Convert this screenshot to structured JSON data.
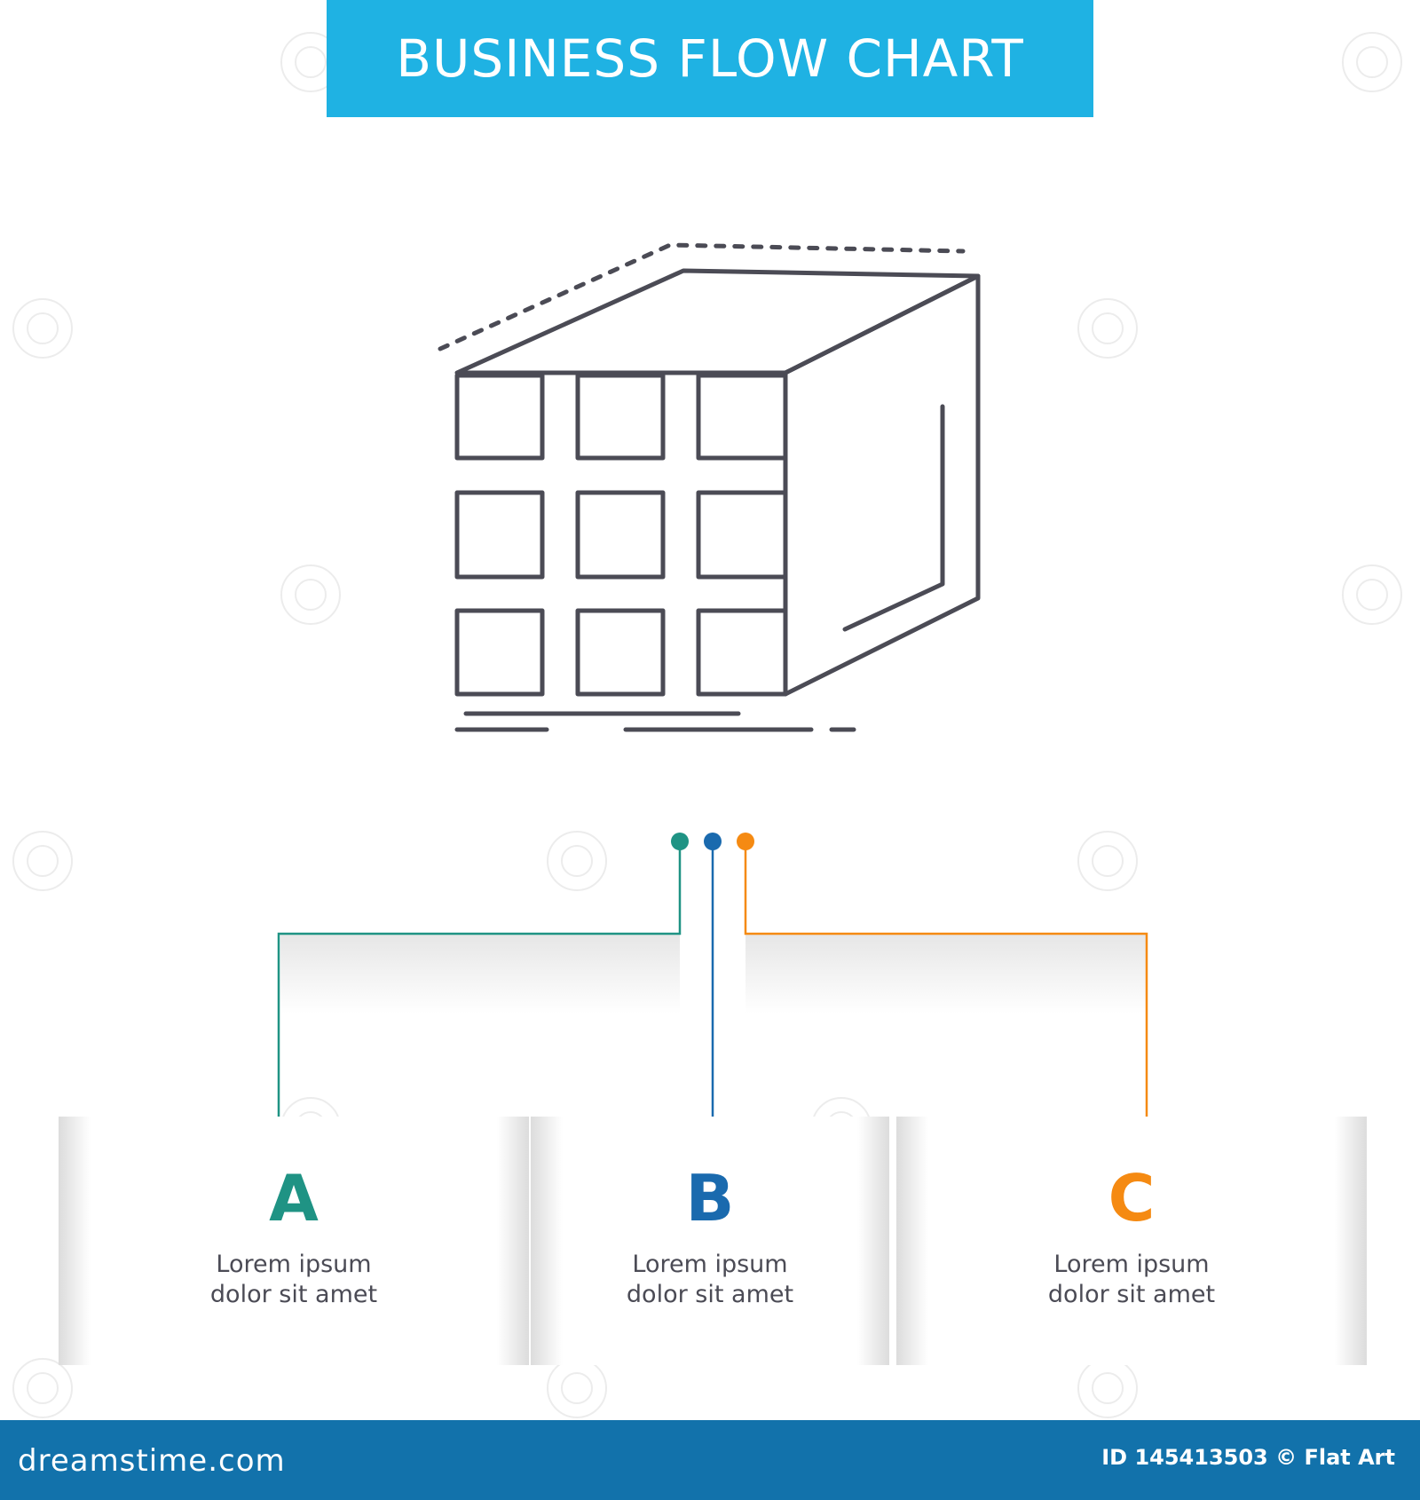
{
  "header": {
    "title": "BUSINESS FLOW CHART"
  },
  "icon": {
    "name": "3d-grid-cube-icon"
  },
  "colors": {
    "banner": "#1fb2e3",
    "footer": "#1272ab",
    "stroke": "#4b4b55",
    "option_a": "#1f9384",
    "option_b": "#1a6aae",
    "option_c": "#f58a12"
  },
  "options": [
    {
      "letter": "A",
      "line1": "Lorem ipsum",
      "line2": "dolor sit amet"
    },
    {
      "letter": "B",
      "line1": "Lorem ipsum",
      "line2": "dolor sit amet"
    },
    {
      "letter": "C",
      "line1": "Lorem ipsum",
      "line2": "dolor sit amet"
    }
  ],
  "footer": {
    "logo_text": "dreamstime.com",
    "credit": "ID 145413503 © Flat Art"
  }
}
